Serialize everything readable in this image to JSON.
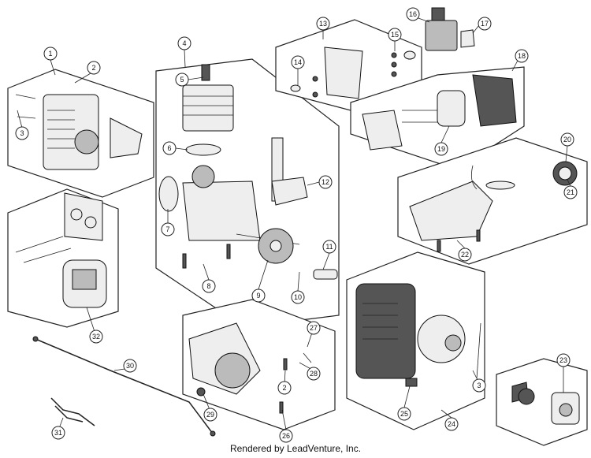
{
  "footer": {
    "text": "Rendered by LeadVenture, Inc."
  },
  "callouts": [
    "1",
    "2",
    "3",
    "4",
    "5",
    "6",
    "7",
    "8",
    "9",
    "10",
    "11",
    "12",
    "13",
    "14",
    "15",
    "16",
    "17",
    "18",
    "19",
    "20",
    "21",
    "22",
    "23",
    "24",
    "25",
    "26",
    "27",
    "28",
    "29",
    "30",
    "31",
    "32"
  ]
}
